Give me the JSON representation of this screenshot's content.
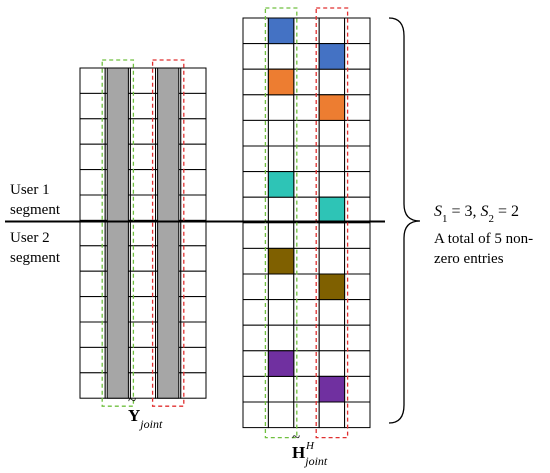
{
  "labels": {
    "user1_line1": "User 1",
    "user1_line2": "segment",
    "user2_line1": "User 2",
    "user2_line2": "segment",
    "sparsity_S1": "S",
    "sparsity_S1_sub": "1",
    "sparsity_eq1": " = 3, ",
    "sparsity_S2": "S",
    "sparsity_S2_sub": "2",
    "sparsity_eq2": " = 2",
    "total_line1": "A total of 5 non-",
    "total_line2": "zero entries",
    "y_symbol": "Y",
    "y_subscript": "joint",
    "y_accent": "~",
    "h_symbol": "H",
    "h_subscript": "joint",
    "h_superscript": "H",
    "h_accent": "~"
  },
  "left_matrix": {
    "rows": 13,
    "cols": 5,
    "filled_columns": [
      1,
      3
    ],
    "fill_color": "#a6a6a6"
  },
  "right_matrix": {
    "rows": 16,
    "cols": 5,
    "filled_cells": [
      {
        "row": 0,
        "col": 1,
        "color": "#4472c4"
      },
      {
        "row": 1,
        "col": 3,
        "color": "#4472c4"
      },
      {
        "row": 2,
        "col": 1,
        "color": "#ed7d31"
      },
      {
        "row": 3,
        "col": 3,
        "color": "#ed7d31"
      },
      {
        "row": 6,
        "col": 1,
        "color": "#2ec4b6"
      },
      {
        "row": 7,
        "col": 3,
        "color": "#2ec4b6"
      },
      {
        "row": 9,
        "col": 1,
        "color": "#7f6000"
      },
      {
        "row": 10,
        "col": 3,
        "color": "#7f6000"
      },
      {
        "row": 13,
        "col": 1,
        "color": "#7030a0"
      },
      {
        "row": 14,
        "col": 3,
        "color": "#7030a0"
      }
    ]
  },
  "highlight_colors": {
    "green": "#70c040",
    "red": "#e03030"
  }
}
